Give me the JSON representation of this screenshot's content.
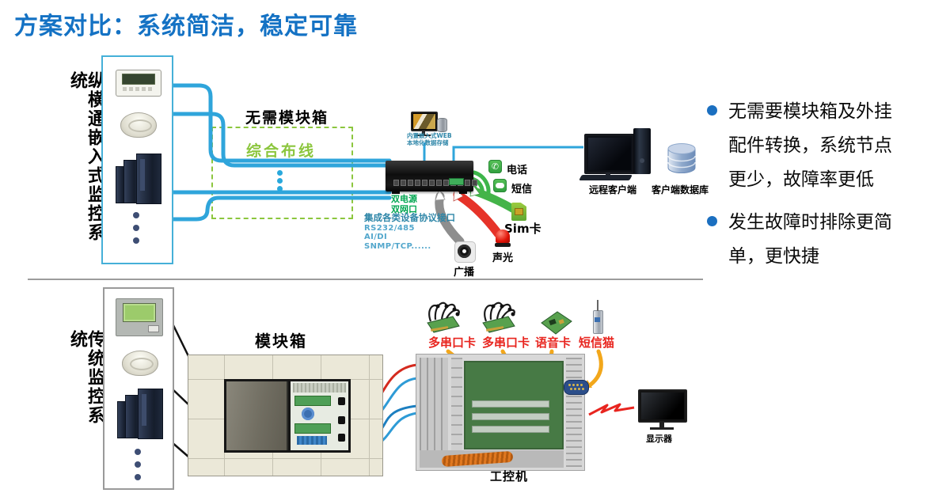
{
  "title": "方案对比：系统简洁，稳定可靠",
  "top": {
    "side_label": "纵横通嵌入式监控系统",
    "no_module_box_label": "无需模块箱",
    "cabling_label": "综合布线",
    "web_caption": [
      "内置嵌入式WEB",
      "本地化数据存储"
    ],
    "switch_labels": [
      "双电源",
      "双网口"
    ],
    "protocol_heading": "集成各类设备协议接口",
    "protocol_lines": [
      "RS232/485",
      "AI/DI",
      "SNMP/TCP......"
    ],
    "phone_label": "电话",
    "sms_label": "短信",
    "sim_label": "Sim卡",
    "alarm_label": "声光",
    "broadcast_label": "广播",
    "remote_client_label": "远程客户端",
    "client_db_label": "客户端数据库"
  },
  "benefits": [
    "无需要模块箱及外挂配件转换，系统节点更少，故障率更低",
    "发生故障时排除更简单，更快捷"
  ],
  "bottom": {
    "side_label": "传统监控系统",
    "module_box_label": "模块箱",
    "card_labels": [
      "多串口卡",
      "多串口卡",
      "语音卡",
      "短信猫"
    ],
    "ipc_label": "工控机",
    "monitor_label": "显示器"
  },
  "colors": {
    "title_blue": "#1472C4",
    "bullet_blue": "#1B6FC0",
    "cable_blue": "#2FA5DB",
    "cabling_green": "#8CC63E",
    "switch_label_green": "#00A650",
    "protocol_teal": "#2E86A8",
    "card_label_red": "#E8251F",
    "arrow_yellow": "#F2A71B"
  }
}
